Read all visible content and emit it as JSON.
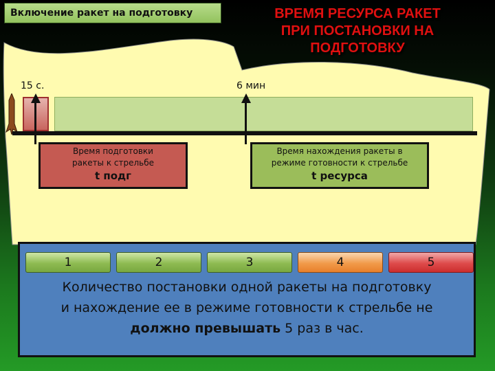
{
  "slide_tab": "Включение ракет на подготовку",
  "title": [
    "ВРЕМЯ РЕСУРСА РАКЕТ",
    "ПРИ ПОСТАНОВКИ НА",
    "ПОДГОТОВКУ"
  ],
  "timeline": {
    "label_prep": "15 с.",
    "label_ready": "6 мин"
  },
  "boxes": {
    "prep": {
      "line1": "Время подготовки",
      "line2": "ракеты к стрельбе",
      "term": "t подг",
      "color": "#c55a52"
    },
    "ready": {
      "line1": "Время  нахождения ракеты в",
      "line2": "режиме готовности к стрельбе",
      "term": "t ресурса",
      "color": "#9bbd5a"
    }
  },
  "counter": {
    "items": [
      {
        "label": "1",
        "color": "green"
      },
      {
        "label": "2",
        "color": "green"
      },
      {
        "label": "3",
        "color": "green"
      },
      {
        "label": "4",
        "color": "orange"
      },
      {
        "label": "5",
        "color": "red"
      }
    ]
  },
  "note": {
    "line1": "Количество  постановки одной ракеты на подготовку",
    "line2": "и нахождение ее в режиме готовности к стрельбе не",
    "line3_bold": "должно превышать",
    "line3_rest": " 5 раз в час."
  },
  "colors": {
    "title": "#e01010",
    "panel": "#4f80bd",
    "blob": "#fffbb0"
  }
}
